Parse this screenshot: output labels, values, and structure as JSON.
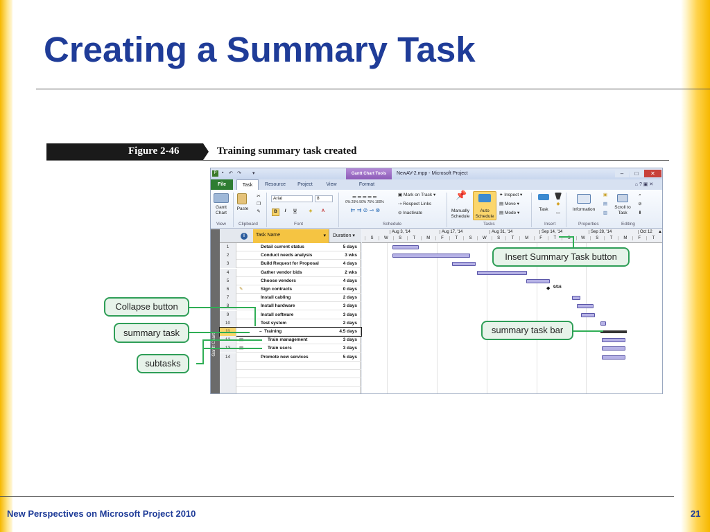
{
  "slide": {
    "title": "Creating a Summary Task",
    "footer": "New Perspectives on Microsoft Project 2010",
    "page_number": "21"
  },
  "figure": {
    "number": "Figure 2-46",
    "caption": "Training summary task created"
  },
  "window": {
    "title": "NewAV-2.mpp - Microsoft Project",
    "context_tab": "Gantt Chart Tools"
  },
  "tabs": [
    "File",
    "Task",
    "Resource",
    "Project",
    "View",
    "Format"
  ],
  "ribbon": {
    "gantt_chart": "Gantt Chart",
    "paste": "Paste",
    "font_name": "Arial",
    "font_size": "8",
    "mark_on_track": "Mark on Track",
    "respect_links": "Respect Links",
    "inactivate": "Inactivate",
    "manually_schedule": "Manually Schedule",
    "auto_schedule": "Auto Schedule",
    "inspect": "Inspect",
    "move": "Move",
    "mode": "Mode",
    "task": "Task",
    "information": "Information",
    "scroll_to_task": "Scroll to Task",
    "pct": [
      "0%",
      "25%",
      "50%",
      "75%",
      "100%"
    ],
    "groups": [
      "View",
      "Clipboard",
      "Font",
      "Schedule",
      "Tasks",
      "Insert",
      "Properties",
      "Editing"
    ]
  },
  "grid": {
    "col_task_name": "Task Name",
    "col_duration": "Duration",
    "side_label": "Gantt Chart",
    "rows": [
      {
        "id": "1",
        "name": "Detail current status",
        "duration": "5 days"
      },
      {
        "id": "2",
        "name": "Conduct needs analysis",
        "duration": "3 wks"
      },
      {
        "id": "3",
        "name": "Build Request for Proposal",
        "duration": "4 days"
      },
      {
        "id": "4",
        "name": "Gather vendor bids",
        "duration": "2 wks"
      },
      {
        "id": "5",
        "name": "Choose vendors",
        "duration": "4 days"
      },
      {
        "id": "6",
        "name": "Sign contracts",
        "duration": "0 days"
      },
      {
        "id": "7",
        "name": "Install cabling",
        "duration": "2 days"
      },
      {
        "id": "8",
        "name": "Install hardware",
        "duration": "3 days"
      },
      {
        "id": "9",
        "name": "Install software",
        "duration": "3 days"
      },
      {
        "id": "10",
        "name": "Test system",
        "duration": "2 days"
      },
      {
        "id": "11",
        "name": "Training",
        "duration": "4.5 days"
      },
      {
        "id": "12",
        "name": "Train management",
        "duration": "3 days"
      },
      {
        "id": "13",
        "name": "Train users",
        "duration": "3 days"
      },
      {
        "id": "14",
        "name": "Promote new services",
        "duration": "5 days"
      }
    ]
  },
  "timeline": {
    "weeks": [
      "Aug 3, '14",
      "Aug 17, '14",
      "Aug 31, '14",
      "Sep 14, '14",
      "Sep 28, '14",
      "Oct 12"
    ],
    "days": [
      "S",
      "W",
      "S",
      "T",
      "M",
      "F",
      "T",
      "S",
      "W",
      "S",
      "T",
      "M",
      "F",
      "T",
      "S",
      "W",
      "S",
      "T",
      "M",
      "F",
      "T"
    ],
    "milestone_label": "9/16"
  },
  "callouts": {
    "collapse": "Collapse button",
    "summary_task": "summary task",
    "subtasks": "subtasks",
    "insert_summary": "Insert Summary Task button",
    "summary_bar": "summary task bar"
  },
  "colors": {
    "title": "#1f3c98",
    "callout_border": "#2e9e57",
    "task_bar": "#b6b2e6",
    "file_tab": "#2e7d32"
  }
}
